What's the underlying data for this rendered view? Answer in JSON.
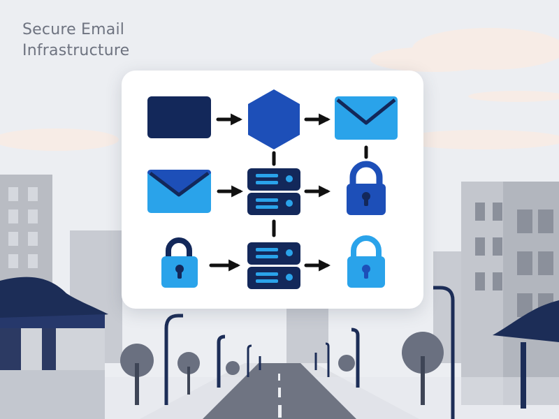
{
  "title": {
    "line1": "Secure Email",
    "line2": "Infrastructure"
  },
  "colors": {
    "navy": "#13285a",
    "blue": "#1d4fb8",
    "sky": "#2aa3ea",
    "arrow": "#111111",
    "card": "#ffffff",
    "sky_bg": "#eceef2",
    "building": "#b9bcc3",
    "road": "#6f7482"
  },
  "diagram": {
    "nodes": [
      {
        "id": "source-block",
        "icon": "rectangle-block-icon"
      },
      {
        "id": "hexagon-gateway",
        "icon": "hexagon-icon"
      },
      {
        "id": "mail-top",
        "icon": "envelope-icon"
      },
      {
        "id": "mail-middle",
        "icon": "envelope-icon"
      },
      {
        "id": "server-middle",
        "icon": "server-icon"
      },
      {
        "id": "lock-middle",
        "icon": "padlock-icon"
      },
      {
        "id": "lock-bottom-left",
        "icon": "padlock-icon"
      },
      {
        "id": "server-bottom",
        "icon": "server-icon"
      },
      {
        "id": "lock-bottom-right",
        "icon": "padlock-icon"
      }
    ],
    "edges": [
      {
        "from": "source-block",
        "to": "hexagon-gateway",
        "style": "arrow"
      },
      {
        "from": "hexagon-gateway",
        "to": "mail-top",
        "style": "arrow"
      },
      {
        "from": "hexagon-gateway",
        "to": "server-middle",
        "style": "line"
      },
      {
        "from": "mail-top",
        "to": "lock-middle",
        "style": "line"
      },
      {
        "from": "mail-middle",
        "to": "server-middle",
        "style": "arrow"
      },
      {
        "from": "server-middle",
        "to": "lock-middle",
        "style": "arrow"
      },
      {
        "from": "server-middle",
        "to": "server-bottom",
        "style": "line"
      },
      {
        "from": "lock-bottom-left",
        "to": "server-bottom",
        "style": "arrow"
      },
      {
        "from": "server-bottom",
        "to": "lock-bottom-right",
        "style": "arrow"
      }
    ]
  }
}
